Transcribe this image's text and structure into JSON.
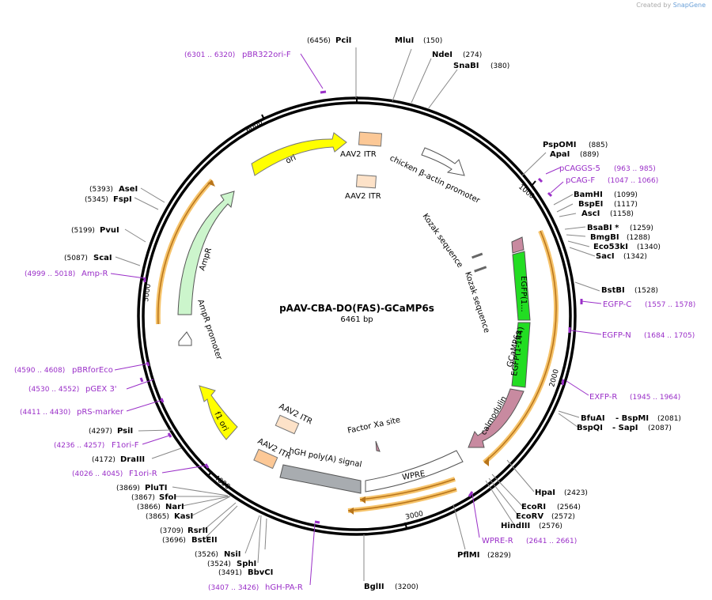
{
  "credit": {
    "prefix": "Created by",
    "brand": "SnapGene"
  },
  "plasmid": {
    "name": "pAAV-CBA-DO(FAS)-GCaMP6s",
    "length": "6461 bp"
  },
  "ticks": [
    "1000",
    "2000",
    "3000",
    "4000",
    "5000",
    "6000"
  ],
  "enzymes": [
    {
      "name": "PciI",
      "pos": "(6456)"
    },
    {
      "name": "MluI",
      "pos": "(150)"
    },
    {
      "name": "NdeI",
      "pos": "(274)"
    },
    {
      "name": "SnaBI",
      "pos": "(380)"
    },
    {
      "name": "PspOMI",
      "pos": "(885)"
    },
    {
      "name": "ApaI",
      "pos": "(889)"
    },
    {
      "name": "BamHI",
      "pos": "(1099)"
    },
    {
      "name": "BspEI",
      "pos": "(1117)"
    },
    {
      "name": "AscI",
      "pos": "(1158)"
    },
    {
      "name": "BsaBI *",
      "pos": "(1259)"
    },
    {
      "name": "BmgBI",
      "pos": "(1288)"
    },
    {
      "name": "Eco53kI",
      "pos": "(1340)"
    },
    {
      "name": "SacI",
      "pos": "(1342)"
    },
    {
      "name": "BstBI",
      "pos": "(1528)"
    },
    {
      "name": "BfuAI",
      "pos": "- BspMI",
      "pos2": "(2081)"
    },
    {
      "name": "BspQI",
      "pos": "- SapI",
      "pos2": "(2087)"
    },
    {
      "name": "HpaI",
      "pos": "(2423)"
    },
    {
      "name": "EcoRI",
      "pos": "(2564)"
    },
    {
      "name": "EcoRV",
      "pos": "(2572)"
    },
    {
      "name": "HindIII",
      "pos": "(2576)"
    },
    {
      "name": "PflMI",
      "pos": "(2829)"
    },
    {
      "name": "BglII",
      "pos": "(3200)"
    },
    {
      "name": "BbvCI",
      "pos": "(3491)"
    },
    {
      "name": "SphI",
      "pos": "(3524)"
    },
    {
      "name": "NsiI",
      "pos": "(3526)"
    },
    {
      "name": "BstEII",
      "pos": "(3696)"
    },
    {
      "name": "RsrII",
      "pos": "(3709)"
    },
    {
      "name": "KasI",
      "pos": "(3865)"
    },
    {
      "name": "NarI",
      "pos": "(3866)"
    },
    {
      "name": "SfoI",
      "pos": "(3867)"
    },
    {
      "name": "PluTI",
      "pos": "(3869)"
    },
    {
      "name": "DraIII",
      "pos": "(4172)"
    },
    {
      "name": "PsiI",
      "pos": "(4297)"
    },
    {
      "name": "ScaI",
      "pos": "(5087)"
    },
    {
      "name": "PvuI",
      "pos": "(5199)"
    },
    {
      "name": "FspI",
      "pos": "(5345)"
    },
    {
      "name": "AseI",
      "pos": "(5393)"
    }
  ],
  "primers": [
    {
      "name": "pBR322ori-F",
      "range": "(6301 .. 6320)"
    },
    {
      "name": "pCAGGS-5",
      "range": "(963 .. 985)"
    },
    {
      "name": "pCAG-F",
      "range": "(1047 .. 1066)"
    },
    {
      "name": "EGFP-C",
      "range": "(1557 .. 1578)"
    },
    {
      "name": "EGFP-N",
      "range": "(1684 .. 1705)"
    },
    {
      "name": "EXFP-R",
      "range": "(1945 .. 1964)"
    },
    {
      "name": "WPRE-R",
      "range": "(2641 .. 2661)"
    },
    {
      "name": "hGH-PA-R",
      "range": "(3407 .. 3426)"
    },
    {
      "name": "F1ori-R",
      "range": "(4026 .. 4045)"
    },
    {
      "name": "F1ori-F",
      "range": "(4236 .. 4257)"
    },
    {
      "name": "pRS-marker",
      "range": "(4411 .. 4430)"
    },
    {
      "name": "pGEX 3'",
      "range": "(4530 .. 4552)"
    },
    {
      "name": "pBRforEco",
      "range": "(4590 .. 4608)"
    },
    {
      "name": "Amp-R",
      "range": "(4999 .. 5018)"
    }
  ],
  "features": {
    "itr1": "AAV2 ITR",
    "itr2": "AAV2 ITR",
    "itr3": "AAV2 ITR",
    "itr4": "AAV2 ITR",
    "cba": "chicken β-actin promoter",
    "kozak1": "Kozak sequence",
    "kozak2": "Kozak sequence",
    "egfp1": "EGFP(1...",
    "egfp2": "EGFP(1-144)",
    "gcamp": "GCaMP6s",
    "calmodulin": "calmodulin",
    "xa": "Factor Xa site",
    "wpre": "WPRE",
    "hgh": "hGH poly(A) signal",
    "f1": "f1 ori",
    "ampr": "AmpR",
    "amprprom": "AmpR promoter",
    "ori": "ori"
  },
  "colors": {
    "primer": "#9a2fc8",
    "ori": "#ffff00",
    "ampr": "#ccf5cc",
    "itr": "#fcc896",
    "gfp": "#22dd22",
    "calmodulin": "#c88aa0",
    "hgh": "#a8acb0",
    "orf_highlight": "#f6c36a"
  }
}
